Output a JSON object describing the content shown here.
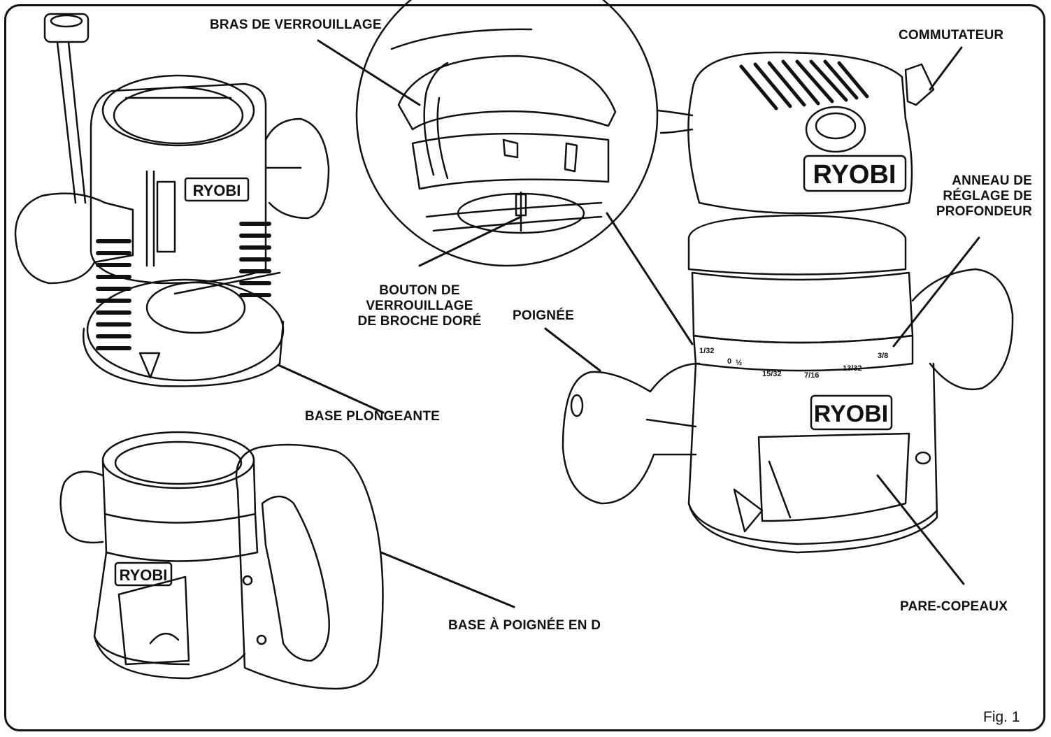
{
  "labels": {
    "lock_arm": "BRAS DE VERROUILLAGE",
    "switch": "COMMUTATEUR",
    "depth_ring": "ANNEAU DE\nRÉGLAGE DE\nPROFONDEUR",
    "spindle_lock": "BOUTON DE\nVERROUILLAGE\nDE BROCHE DORÉ",
    "handle": "POIGNÉE",
    "plunge_base": "BASE  PLONGEANTE",
    "chip_shield": "PARE-COPEAUX",
    "d_handle_base": "BASE À POIGNÉE EN D"
  },
  "brand": "RYOBI",
  "scale_marks": {
    "m1": "1/32",
    "m2": "0",
    "m3": "½",
    "m4": "15/32",
    "m5": "7/16",
    "m6": "13/32",
    "m7": "3/8"
  },
  "figure_number": "Fig. 1"
}
